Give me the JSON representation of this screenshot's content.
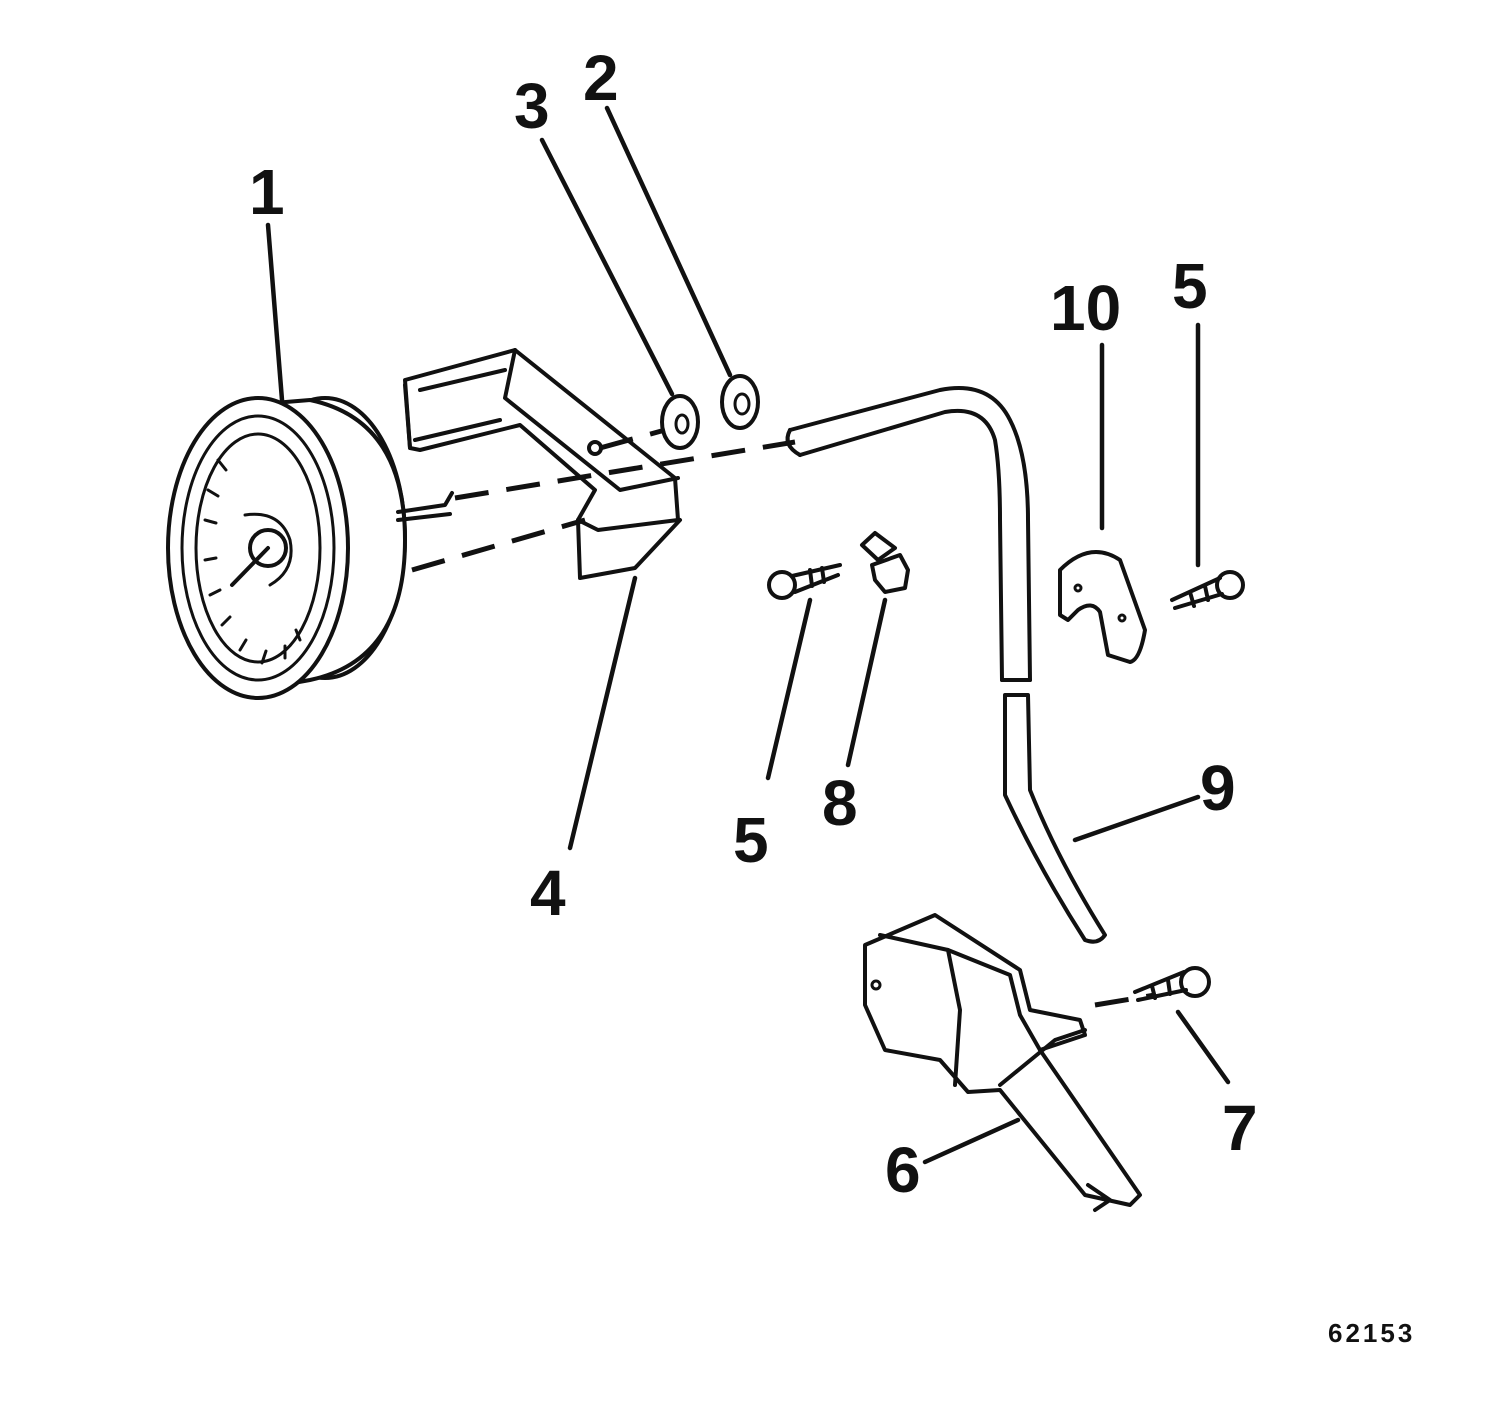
{
  "callouts": [
    {
      "id": "1",
      "label": "1"
    },
    {
      "id": "2",
      "label": "2"
    },
    {
      "id": "3",
      "label": "3"
    },
    {
      "id": "4",
      "label": "4"
    },
    {
      "id": "5a",
      "label": "5"
    },
    {
      "id": "5b",
      "label": "5"
    },
    {
      "id": "6",
      "label": "6"
    },
    {
      "id": "7",
      "label": "7"
    },
    {
      "id": "8",
      "label": "8"
    },
    {
      "id": "9",
      "label": "9"
    },
    {
      "id": "10",
      "label": "10"
    }
  ],
  "figure_number": "62153"
}
